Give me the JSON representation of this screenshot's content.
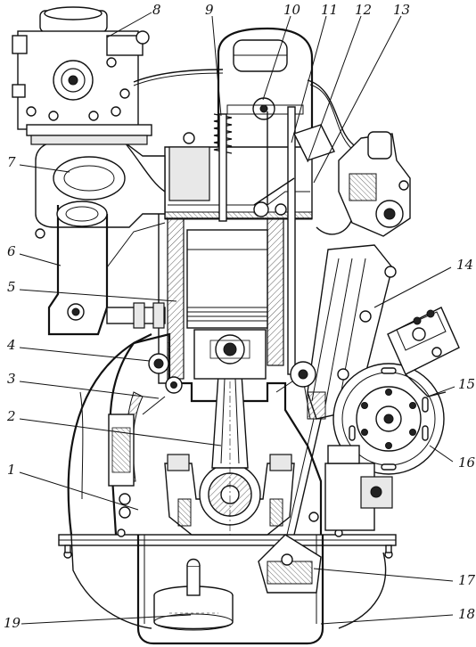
{
  "diagram": {
    "callouts": [
      {
        "id": "c1",
        "label": "1"
      },
      {
        "id": "c2",
        "label": "2"
      },
      {
        "id": "c3",
        "label": "3"
      },
      {
        "id": "c4",
        "label": "4"
      },
      {
        "id": "c5",
        "label": "5"
      },
      {
        "id": "c6",
        "label": "6"
      },
      {
        "id": "c7",
        "label": "7"
      },
      {
        "id": "c8",
        "label": "8"
      },
      {
        "id": "c9",
        "label": "9"
      },
      {
        "id": "c10",
        "label": "10"
      },
      {
        "id": "c11",
        "label": "11"
      },
      {
        "id": "c12",
        "label": "12"
      },
      {
        "id": "c13",
        "label": "13"
      },
      {
        "id": "c14",
        "label": "14"
      },
      {
        "id": "c15",
        "label": "15"
      },
      {
        "id": "c16",
        "label": "16"
      },
      {
        "id": "c17",
        "label": "17"
      },
      {
        "id": "c18",
        "label": "18"
      },
      {
        "id": "c19",
        "label": "19"
      }
    ],
    "colors": {
      "ink": "#111111",
      "paper": "#ffffff",
      "shade": "#e8e8e8"
    }
  }
}
